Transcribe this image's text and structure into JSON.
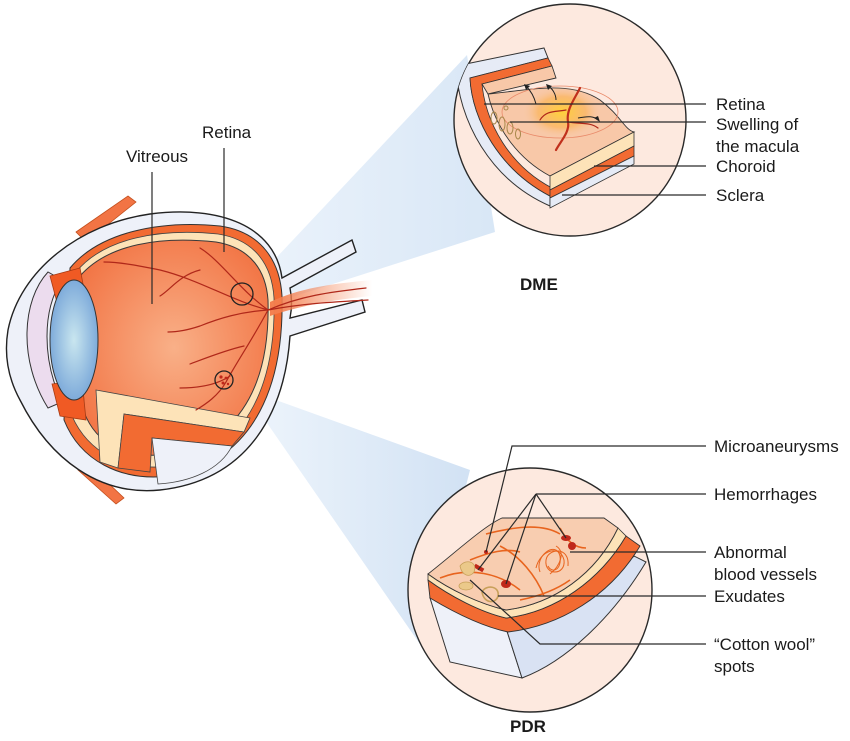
{
  "diagram": {
    "eye_labels": {
      "vitreous": "Vitreous",
      "retina": "Retina"
    },
    "dme_panel": {
      "title": "DME",
      "labels": [
        "Retina",
        "Swelling of",
        "the macula",
        "Choroid",
        "Sclera"
      ]
    },
    "pdr_panel": {
      "title": "PDR",
      "labels": {
        "microaneurysms": "Microaneurysms",
        "hemorrhages": "Hemorrhages",
        "abnormal_1": "Abnormal",
        "abnormal_2": "blood vessels",
        "exudates": "Exudates",
        "cotton_1": "“Cotton wool”",
        "cotton_2": "spots"
      }
    },
    "colors": {
      "vitreous": "#f47f4e",
      "choroid": "#f26b32",
      "retina_layer": "#fde3b8",
      "sclera": "#e6ebf6",
      "lens": "#8fb8e3",
      "cornea": "#ecdcee",
      "panel_bg": "#fde9df",
      "projection": "#dce9f6",
      "vessel": "#b0281a"
    }
  }
}
